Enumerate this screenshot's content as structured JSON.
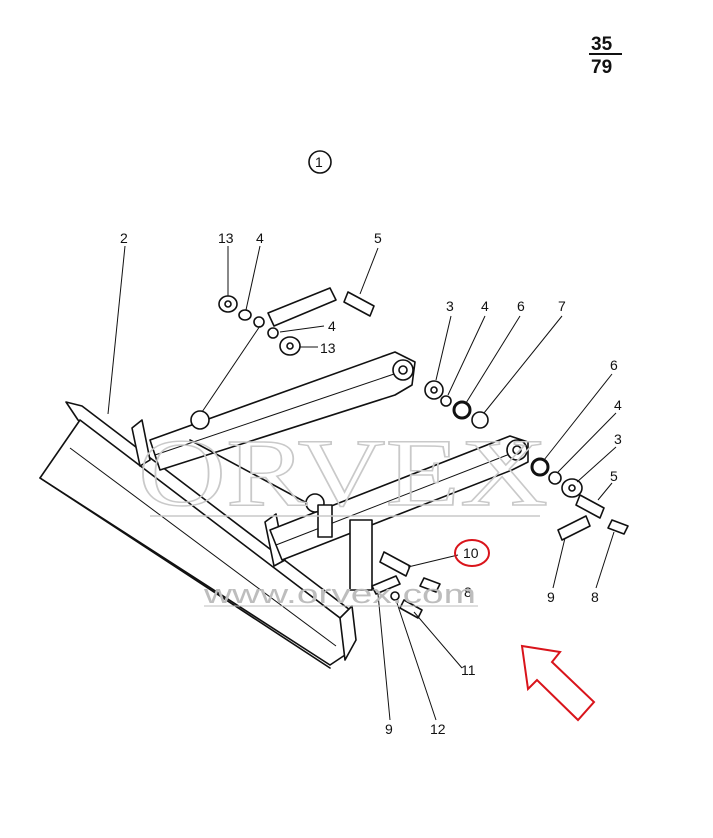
{
  "page_number": {
    "top": "35",
    "bottom": "79"
  },
  "figure_number": "1",
  "callouts": {
    "c2": "2",
    "c13a": "13",
    "c4a": "4",
    "c5a": "5",
    "c4b": "4",
    "c13b": "13",
    "c3a": "3",
    "c4c": "4",
    "c6a": "6",
    "c7": "7",
    "c6b": "6",
    "c4d": "4",
    "c3b": "3",
    "c5b": "5",
    "c9a": "9",
    "c8a": "8",
    "c10": "10",
    "c8b": "8",
    "c11": "11",
    "c9b": "9",
    "c12": "12"
  },
  "watermark": {
    "brand": "ORVEX",
    "url": "www.orvex.com"
  },
  "colors": {
    "highlight": "#d9141b",
    "line": "#111111",
    "watermark": "#c9c9c9"
  }
}
